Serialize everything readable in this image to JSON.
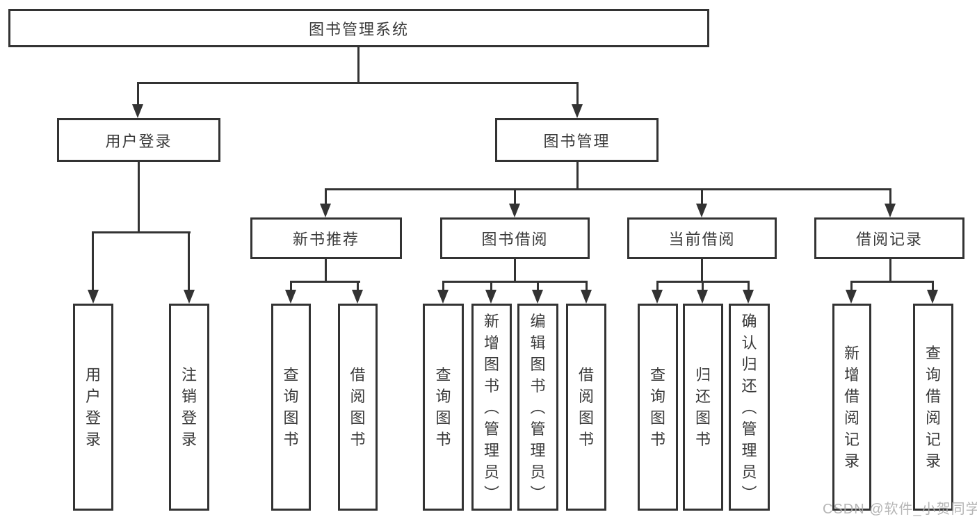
{
  "colors": {
    "line": "#333333",
    "text": "#3a3a3a",
    "watermark": "#adadad",
    "background": "#ffffff"
  },
  "tree": {
    "root": "图书管理系统",
    "branches": [
      {
        "label": "用户登录",
        "leaves": [
          "用户登录",
          "注销登录"
        ]
      },
      {
        "label": "图书管理",
        "groups": [
          {
            "label": "新书推荐",
            "leaves": [
              "查询图书",
              "借阅图书"
            ]
          },
          {
            "label": "图书借阅",
            "leaves": [
              "查询图书",
              "新增图书（管理员）",
              "编辑图书（管理员）",
              "借阅图书"
            ]
          },
          {
            "label": "当前借阅",
            "leaves": [
              "查询图书",
              "归还图书",
              "确认归还（管理员）"
            ]
          },
          {
            "label": "借阅记录",
            "leaves": [
              "新增借阅记录",
              "查询借阅记录"
            ]
          }
        ]
      }
    ]
  },
  "watermark": "CSDN @软件_小贺同学"
}
